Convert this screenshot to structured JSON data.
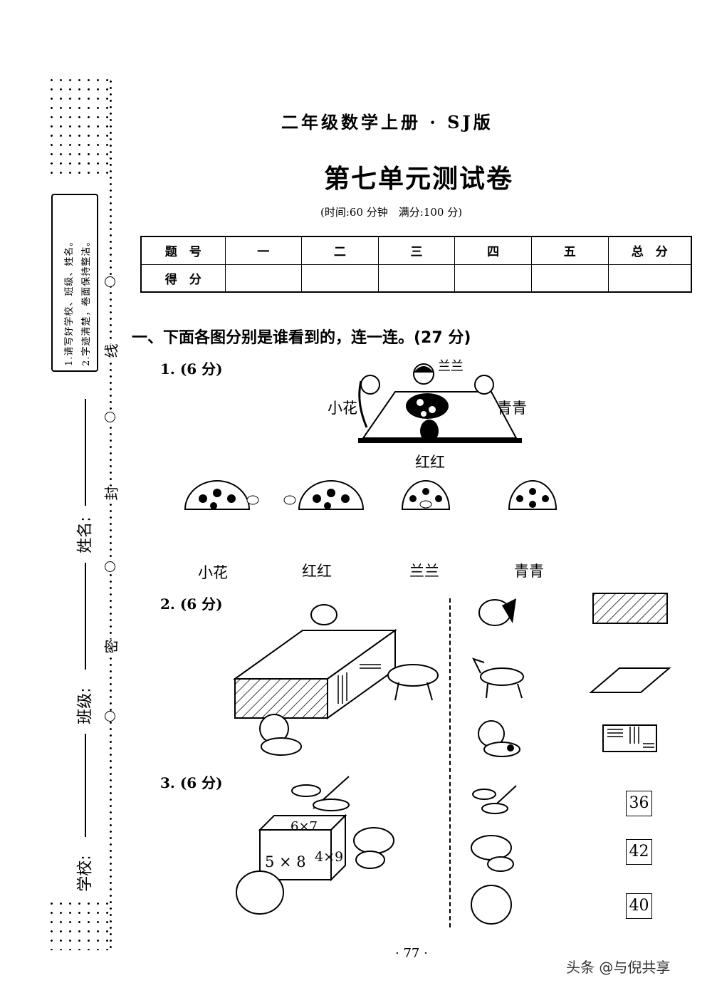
{
  "header": {
    "series": "二年级数学上册 · SJ版",
    "title": "第七单元测试卷",
    "subtitle": "(时间:60 分钟　满分:100 分)"
  },
  "margin": {
    "notice": [
      "1.请写好学校、班级、姓名。",
      "2.字迹清楚，卷面保持整洁。"
    ],
    "seal_labels": [
      "线",
      "封",
      "密"
    ],
    "fields": [
      "姓名:",
      "班级:",
      "学校:"
    ]
  },
  "score_table": {
    "headers": [
      "题　号",
      "一",
      "二",
      "三",
      "四",
      "五",
      "总　分"
    ],
    "row_label": "得　分"
  },
  "section1": {
    "heading": "一、下面各图分别是谁看到的，连一连。(27 分)",
    "q1": {
      "label": "1. (6 分)",
      "scene_names": [
        "兰兰",
        "小花",
        "青青",
        "红红"
      ],
      "answer_names": [
        "小花",
        "红红",
        "兰兰",
        "青青"
      ]
    },
    "q2": {
      "label": "2. (6 分)"
    },
    "q3": {
      "label": "3. (6 分)",
      "cube_faces": [
        "6×7",
        "5 × 8",
        "4×9"
      ],
      "numbers": [
        "36",
        "42",
        "40"
      ]
    }
  },
  "footer": {
    "page_number": "· 77 ·",
    "watermark": "头条 @与倪共享"
  }
}
